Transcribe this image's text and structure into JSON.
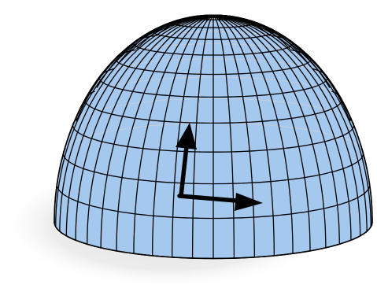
{
  "figure": {
    "shape": "hemisphere-mesh",
    "colors": {
      "fill": "#a4c8ee",
      "grid": "#000000",
      "arrow": "#000000",
      "shadow": "#e6e6e6",
      "hidden_lines": "#c8d0da"
    },
    "mesh": {
      "latitude_rings": 11,
      "meridians": 48
    },
    "vectors": [
      {
        "name": "tangent-vector-up",
        "direction": "up"
      },
      {
        "name": "tangent-vector-right",
        "direction": "right"
      }
    ]
  }
}
